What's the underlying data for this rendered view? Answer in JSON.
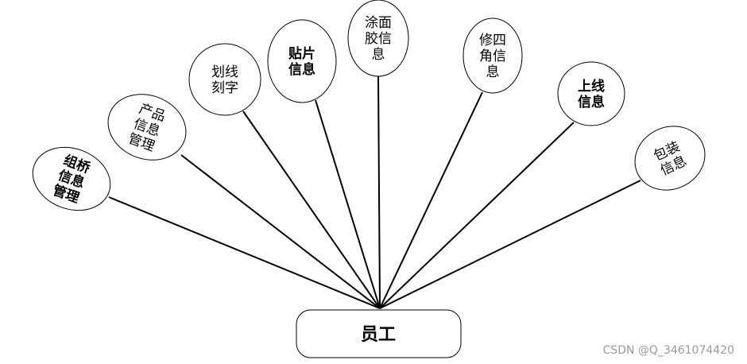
{
  "root": {
    "label": "员工"
  },
  "nodes": [
    {
      "id": "assembly",
      "lines": [
        "组桥",
        "信息",
        "管理"
      ]
    },
    {
      "id": "product",
      "lines": [
        "产品",
        "信息",
        "管理"
      ]
    },
    {
      "id": "scribe",
      "lines": [
        "划线",
        "刻字"
      ]
    },
    {
      "id": "patch",
      "lines": [
        "贴片",
        "信息"
      ]
    },
    {
      "id": "glue",
      "lines": [
        "涂面",
        "胶信",
        "息"
      ]
    },
    {
      "id": "trim",
      "lines": [
        "修四",
        "角信",
        "息"
      ]
    },
    {
      "id": "online",
      "lines": [
        "上线",
        "信息"
      ]
    },
    {
      "id": "package",
      "lines": [
        "包装",
        "信息"
      ]
    }
  ],
  "watermark": "CSDN @Q_3461074420"
}
